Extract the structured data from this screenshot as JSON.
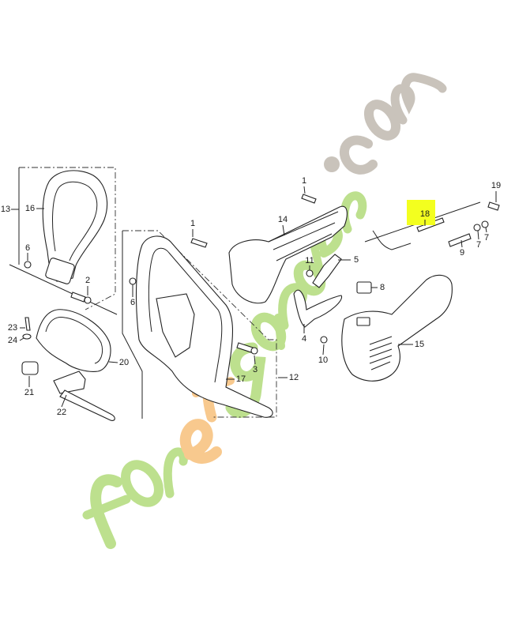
{
  "diagram": {
    "type": "exploded-parts-diagram",
    "subject": "handle assembly (loop handle, throttle handle, grip, bar handle)",
    "highlight": {
      "label": "18",
      "color": "#f3ff1f"
    },
    "watermark": {
      "text": "foretgarden.com",
      "colors": {
        "green": "#bde08e",
        "orange": "#f8c98e",
        "gray": "#c9c3bb"
      }
    },
    "callouts": [
      {
        "id": "c13",
        "text": "13"
      },
      {
        "id": "c16",
        "text": "16"
      },
      {
        "id": "c6a",
        "text": "6"
      },
      {
        "id": "c2",
        "text": "2"
      },
      {
        "id": "c1a",
        "text": "1"
      },
      {
        "id": "c6b",
        "text": "6"
      },
      {
        "id": "c14",
        "text": "14"
      },
      {
        "id": "c1b",
        "text": "1"
      },
      {
        "id": "c11",
        "text": "11"
      },
      {
        "id": "c5",
        "text": "5"
      },
      {
        "id": "c8",
        "text": "8"
      },
      {
        "id": "c4",
        "text": "4"
      },
      {
        "id": "c10",
        "text": "10"
      },
      {
        "id": "c15",
        "text": "15"
      },
      {
        "id": "c3",
        "text": "3"
      },
      {
        "id": "c17",
        "text": "17"
      },
      {
        "id": "c12",
        "text": "12"
      },
      {
        "id": "c18",
        "text": "18"
      },
      {
        "id": "c19",
        "text": "19"
      },
      {
        "id": "c9",
        "text": "9"
      },
      {
        "id": "c7a",
        "text": "7"
      },
      {
        "id": "c7b",
        "text": "7"
      },
      {
        "id": "c23",
        "text": "23"
      },
      {
        "id": "c24",
        "text": "24"
      },
      {
        "id": "c20",
        "text": "20"
      },
      {
        "id": "c21",
        "text": "21"
      },
      {
        "id": "c22",
        "text": "22"
      }
    ]
  }
}
